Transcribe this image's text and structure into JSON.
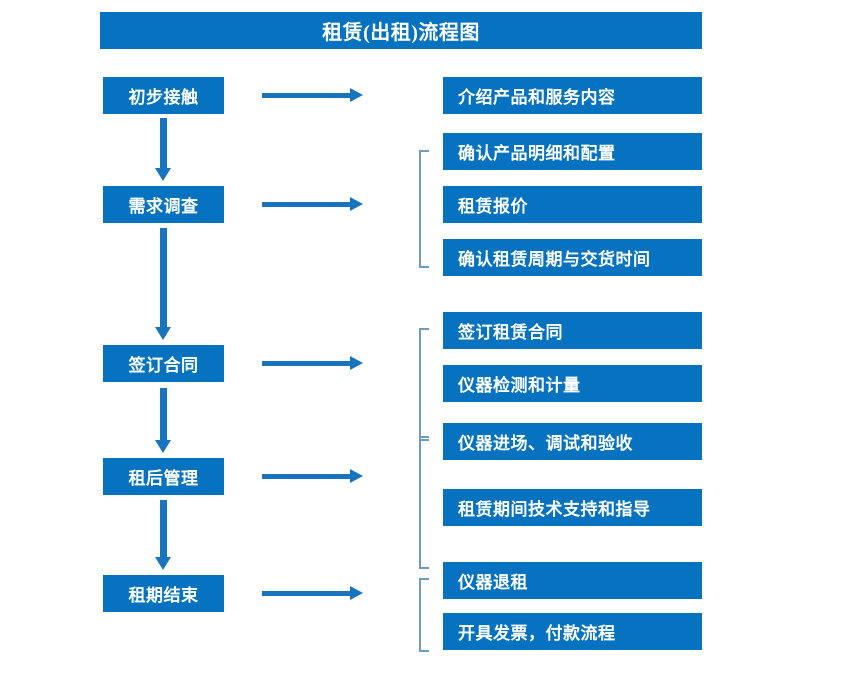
{
  "diagram": {
    "title": "租赁(出租)流程图",
    "accent_color": "#0672C0",
    "arrow_color": "#1874BC",
    "bracket_color": "#6E9AC4",
    "text_color": "#FFFFFF"
  },
  "stages": [
    {
      "label": "初步接触"
    },
    {
      "label": "需求调查"
    },
    {
      "label": "签订合同"
    },
    {
      "label": "租后管理"
    },
    {
      "label": "租期结束"
    }
  ],
  "details": [
    {
      "label": "介绍产品和服务内容"
    },
    {
      "label": "确认产品明细和配置"
    },
    {
      "label": "租赁报价"
    },
    {
      "label": "确认租赁周期与交货时间"
    },
    {
      "label": "签订租赁合同"
    },
    {
      "label": "仪器检测和计量"
    },
    {
      "label": "仪器进场、调试和验收"
    },
    {
      "label": "租赁期间技术支持和指导"
    },
    {
      "label": "仪器退租"
    },
    {
      "label": "开具发票，付款流程"
    }
  ],
  "groups": [
    {
      "name": "needs-survey-group",
      "detail_indices": [
        1,
        2,
        3
      ]
    },
    {
      "name": "contract-group",
      "detail_indices": [
        4,
        5
      ]
    },
    {
      "name": "post-rental-group",
      "detail_indices": [
        6,
        7
      ]
    },
    {
      "name": "lease-end-group",
      "detail_indices": [
        8,
        9
      ]
    }
  ]
}
